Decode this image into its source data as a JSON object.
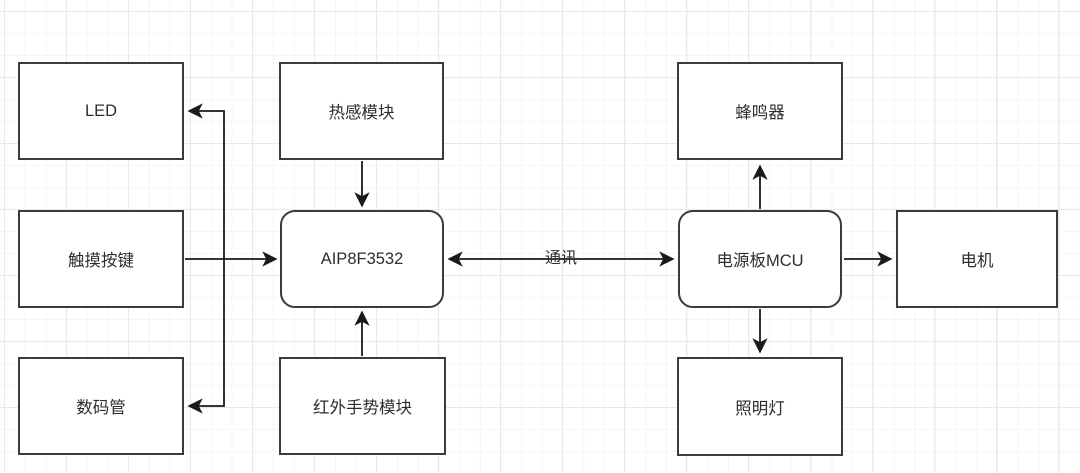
{
  "diagram": {
    "nodes": {
      "led": {
        "label": "LED"
      },
      "touch": {
        "label": "触摸按键"
      },
      "digit": {
        "label": "数码管"
      },
      "thermal": {
        "label": "热感模块"
      },
      "aip": {
        "label": "AIP8F3532"
      },
      "ir": {
        "label": "红外手势模块"
      },
      "buzzer": {
        "label": "蜂鸣器"
      },
      "mcu": {
        "label": "电源板MCU"
      },
      "lamp": {
        "label": "照明灯"
      },
      "motor": {
        "label": "电机"
      }
    },
    "edge_labels": {
      "comm": "通讯"
    },
    "colors": {
      "node_border": "#3b3b3b",
      "node_fill": "#ffffff",
      "text": "#2e2e2e",
      "arrow": "#1a1a1a",
      "canvas_background": "#ffffff",
      "grid_minor": "#f5f5f5",
      "grid_major": "#e9e9e9"
    }
  }
}
